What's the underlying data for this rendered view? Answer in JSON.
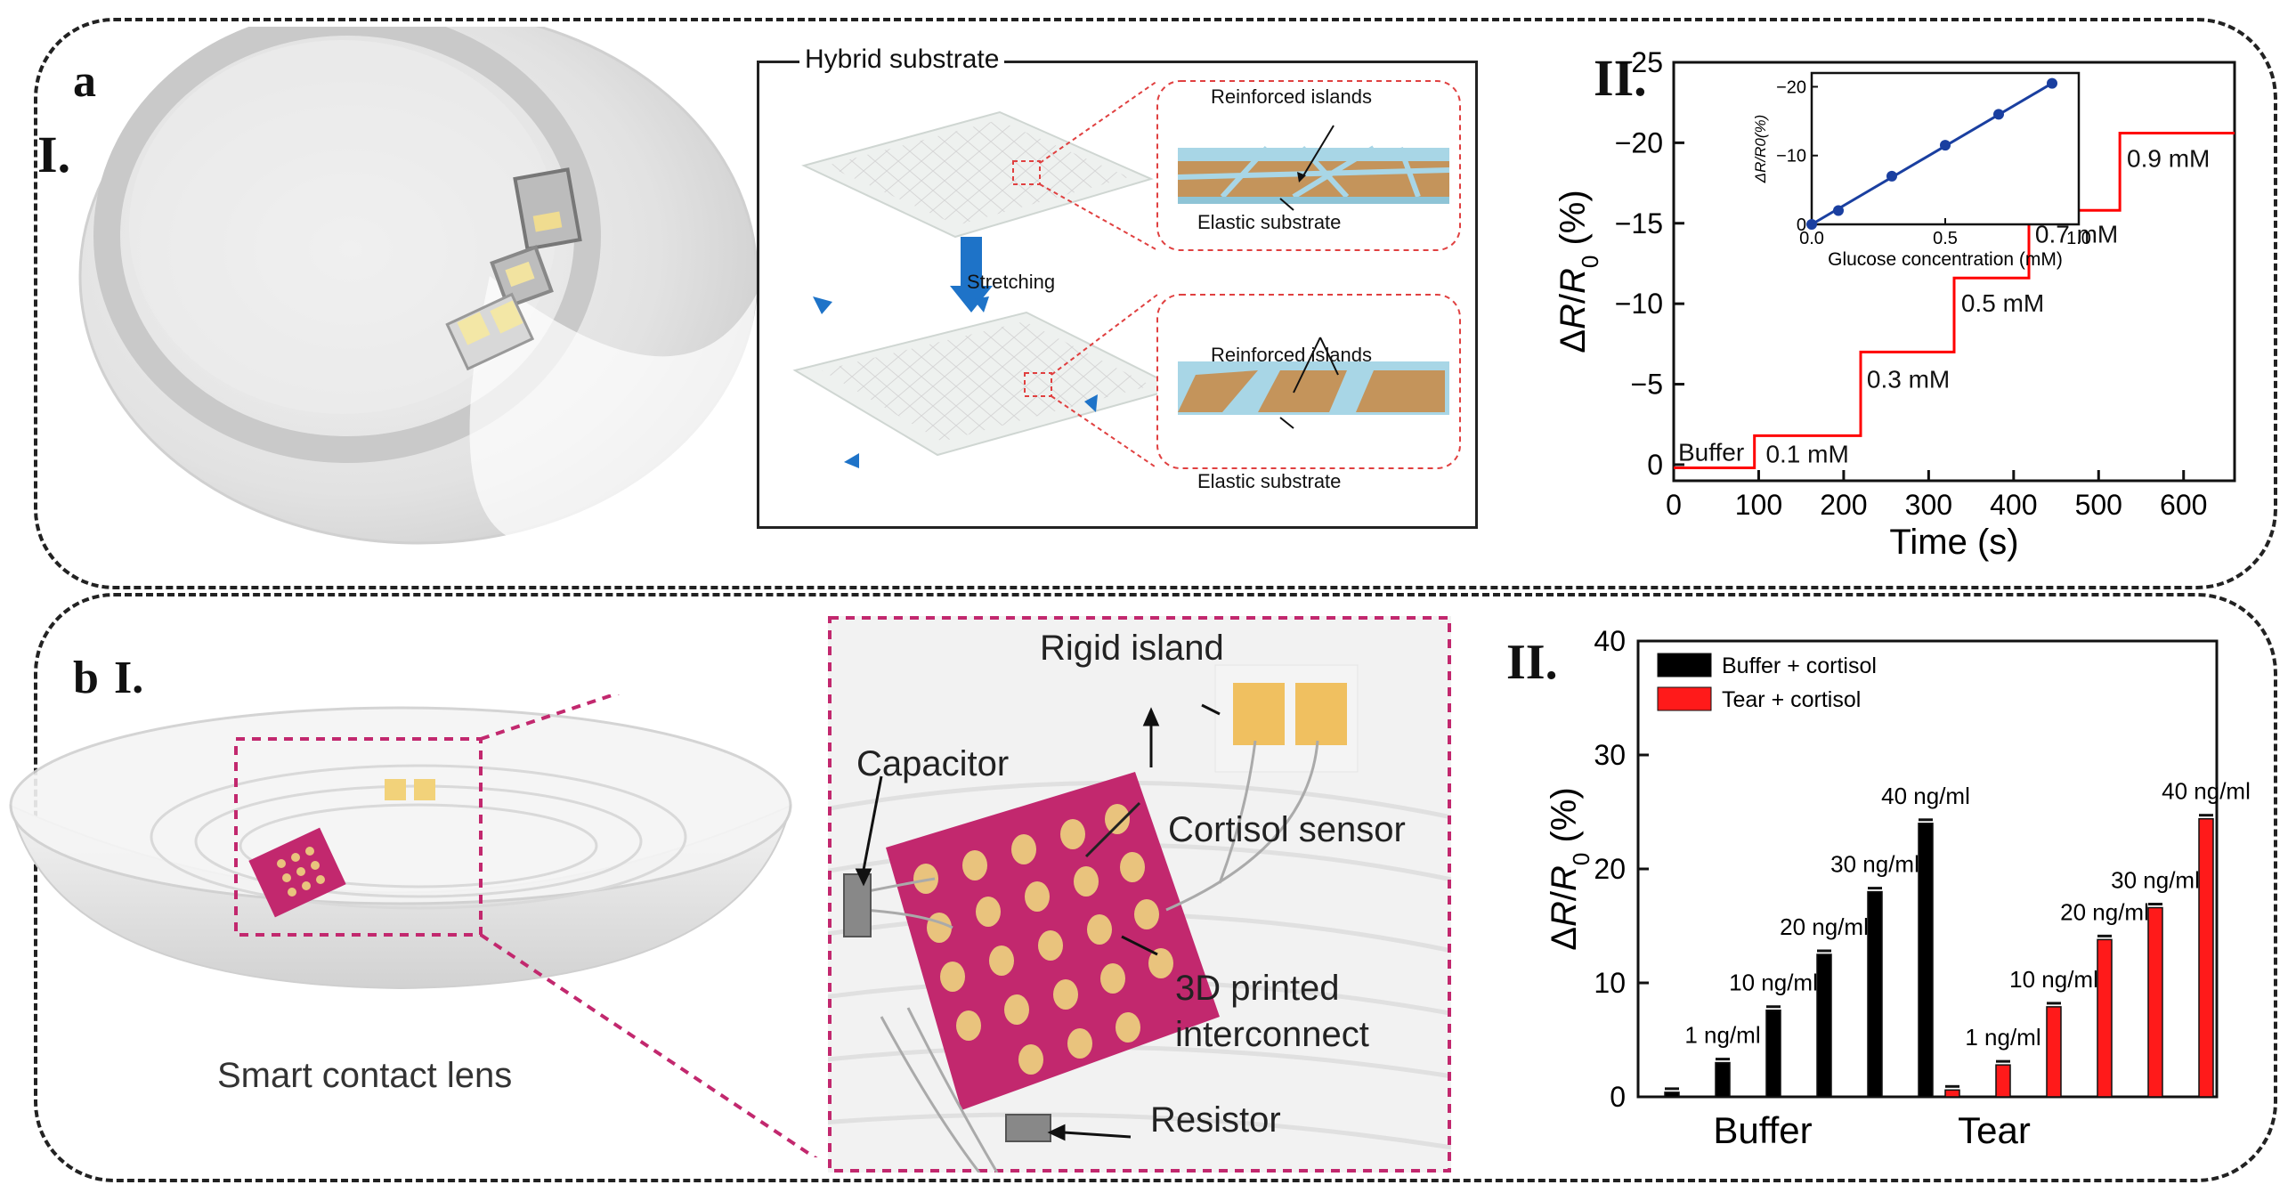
{
  "panel_a": {
    "letter": "a",
    "sub_I": "I.",
    "sub_II": "II.",
    "hybrid": {
      "title": "Hybrid substrate",
      "reinforced_top": "Reinforced islands",
      "elastic_top": "Elastic substrate",
      "stretching": "Stretching",
      "reinforced_bottom": "Reinforced islands",
      "elastic_bottom": "Elastic substrate"
    }
  },
  "panel_b": {
    "letter": "b",
    "sub_I": "I.",
    "sub_II": "II.",
    "lens_label": "Smart contact lens",
    "callouts": {
      "rigid_island": "Rigid island",
      "capacitor": "Capacitor",
      "cortisol_sensor": "Cortisol sensor",
      "interconnect_line1": "3D printed",
      "interconnect_line2": "interconnect",
      "resistor": "Resistor"
    }
  },
  "colors": {
    "lens_pink": "#c2286e",
    "island_gold": "#e3bf72",
    "series_black": "#000000",
    "series_red": "#ff1a1a",
    "trace_red": "#ff0000",
    "inset_blue": "#1a3fa0",
    "arrow_blue": "#1e73c8"
  },
  "chart_data": [
    {
      "type": "line",
      "xlabel": "Time (s)",
      "ylabel": "ΔR/R0 (%)",
      "xlim": [
        0,
        660
      ],
      "ylim": [
        -25,
        1
      ],
      "y_inverted": true,
      "xticks": [
        0,
        100,
        200,
        300,
        400,
        500,
        600
      ],
      "yticks": [
        0,
        -5,
        -10,
        -15,
        -20,
        -25
      ],
      "steps": [
        {
          "x_start": 0,
          "x_end": 95,
          "y": 0.2
        },
        {
          "x_start": 95,
          "x_end": 220,
          "y": -1.8
        },
        {
          "x_start": 220,
          "x_end": 330,
          "y": -7.0
        },
        {
          "x_start": 330,
          "x_end": 418,
          "y": -11.6
        },
        {
          "x_start": 418,
          "x_end": 525,
          "y": -15.8
        },
        {
          "x_start": 525,
          "x_end": 660,
          "y": -20.6
        }
      ],
      "annotations": [
        "Buffer",
        "0.1 mM",
        "0.3 mM",
        "0.5 mM",
        "0.7 mM",
        "0.9 mM"
      ],
      "inset": {
        "type": "scatter",
        "xlabel": "Glucose concentration (mM)",
        "ylabel": "ΔR/R0(%)",
        "xlim": [
          0,
          1.0
        ],
        "ylim": [
          0,
          -22
        ],
        "xticks": [
          0.0,
          0.5,
          1.0
        ],
        "yticks": [
          0,
          -10,
          -20
        ],
        "x": [
          0.0,
          0.1,
          0.3,
          0.5,
          0.7,
          0.9
        ],
        "y": [
          0.0,
          -2.0,
          -7.0,
          -11.5,
          -16.0,
          -20.5
        ]
      }
    },
    {
      "type": "bar",
      "ylabel": "ΔR/R0 (%)",
      "ylim": [
        0,
        40
      ],
      "yticks": [
        0,
        10,
        20,
        30,
        40
      ],
      "groups": [
        "Buffer",
        "Tear"
      ],
      "legend": [
        "Buffer + cortisol",
        "Tear + cortisol"
      ],
      "legend_position": "top-left",
      "series": [
        {
          "name": "Buffer + cortisol",
          "group": "Buffer",
          "labels": [
            "",
            "1 ng/ml",
            "10 ng/ml",
            "20 ng/ml",
            "30 ng/ml",
            "40 ng/ml"
          ],
          "values": [
            0.4,
            3.0,
            7.6,
            12.5,
            18.0,
            24.0
          ]
        },
        {
          "name": "Tear + cortisol",
          "group": "Tear",
          "labels": [
            "",
            "1 ng/ml",
            "10 ng/ml",
            "20 ng/ml",
            "30 ng/ml",
            "40 ng/ml"
          ],
          "values": [
            0.6,
            2.8,
            7.9,
            13.8,
            16.6,
            24.4
          ]
        }
      ]
    }
  ]
}
